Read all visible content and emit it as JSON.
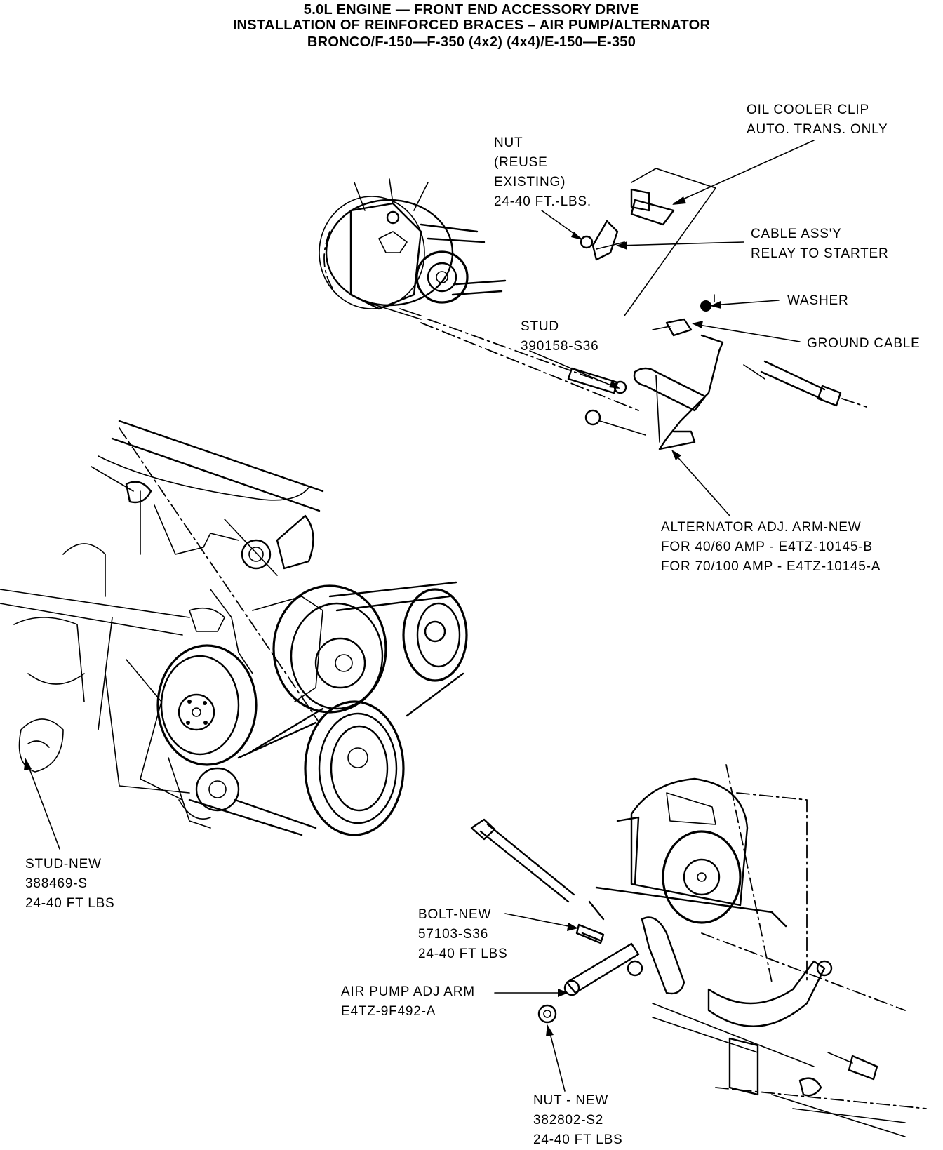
{
  "title": {
    "line1": "5.0L ENGINE — FRONT END ACCESSORY DRIVE",
    "line2": "INSTALLATION OF REINFORCED BRACES – AIR PUMP/ALTERNATOR",
    "line3": "BRONCO/F-150—F-350 (4x2) (4x4)/E-150—E-350"
  },
  "callouts": {
    "nut_reuse": [
      "NUT",
      "(REUSE",
      "EXISTING)",
      "24-40 FT.-LBS."
    ],
    "oil_cooler_clip": [
      "OIL COOLER CLIP",
      "AUTO. TRANS. ONLY"
    ],
    "cable_assy": [
      "CABLE ASS'Y",
      "RELAY TO STARTER"
    ],
    "washer": [
      "WASHER"
    ],
    "ground_cable": [
      "GROUND CABLE"
    ],
    "stud": [
      "STUD",
      "390158-S36"
    ],
    "alternator_arm": [
      "ALTERNATOR ADJ. ARM-NEW",
      "FOR 40/60 AMP - E4TZ-10145-B",
      "FOR 70/100 AMP - E4TZ-10145-A"
    ],
    "stud_new": [
      "STUD-NEW",
      "388469-S",
      "24-40 FT LBS"
    ],
    "bolt_new": [
      "BOLT-NEW",
      "57103-S36",
      "24-40 FT LBS"
    ],
    "air_pump_arm": [
      "AIR PUMP ADJ ARM",
      "E4TZ-9F492-A"
    ],
    "nut_new": [
      "NUT - NEW",
      "382802-S2",
      "24-40 FT LBS"
    ]
  }
}
